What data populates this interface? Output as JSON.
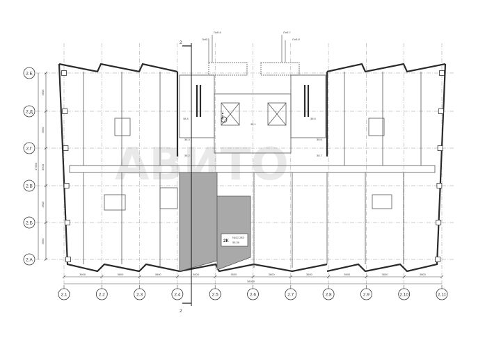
{
  "axes_bottom": [
    "2.1",
    "2.2",
    "2.3",
    "2.4",
    "2.5",
    "2.6",
    "2.7",
    "2.8",
    "2.9",
    "2.10",
    "2.11"
  ],
  "axes_left": [
    "2.Е",
    "2.Д",
    "2.Г",
    "2.В",
    "2.Б",
    "2.А"
  ],
  "span_dims": [
    "3600",
    "3600",
    "3600",
    "3600",
    "3600",
    "3600",
    "3600",
    "3600",
    "3600",
    "3600"
  ],
  "row_dims": [
    "3500",
    "3550",
    "3500",
    "3500",
    "3550"
  ],
  "overall_width": "36000",
  "overall_height": "17550",
  "section_mark": "2",
  "riser_labels": {
    "top_left_1": "Лоб-6",
    "top_left_2": "Лоб-5",
    "top_right_1": "Лоб-7",
    "top_right_2": "Лоб-8"
  },
  "room_labels": [
    "38.4",
    "38.1",
    "38.5",
    "38.3",
    "38.6",
    "38.2",
    "38.7"
  ],
  "apartment": {
    "rooms": "2К",
    "number": "№12-285",
    "area": "58,36",
    "highlight_color": "#a9a9a9"
  },
  "watermark": "АВИТО"
}
